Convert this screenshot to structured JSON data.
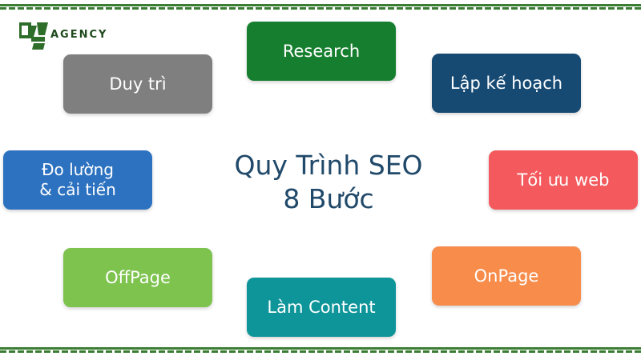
{
  "logo": {
    "number": "43",
    "text": "AGENCY"
  },
  "colors": {
    "border": "#3a7d33",
    "research": "#167f2f",
    "plan": "#164a73",
    "maintain": "#7f7f7f",
    "measure": "#2d72c0",
    "optimize": "#f45a5d",
    "offpage": "#7dc34e",
    "onpage": "#f78c4b",
    "content": "#0d9599",
    "title": "#20496a"
  },
  "title": {
    "line1": "Quy Trình SEO",
    "line2": "8 Bước"
  },
  "steps": {
    "research": "Research",
    "plan": "Lập kế hoạch",
    "maintain": "Duy trì",
    "measure_line1": "Đo lường",
    "measure_line2": "& cải tiến",
    "optimize": "Tối ưu web",
    "offpage": "OffPage",
    "onpage": "OnPage",
    "content": "Làm Content"
  }
}
